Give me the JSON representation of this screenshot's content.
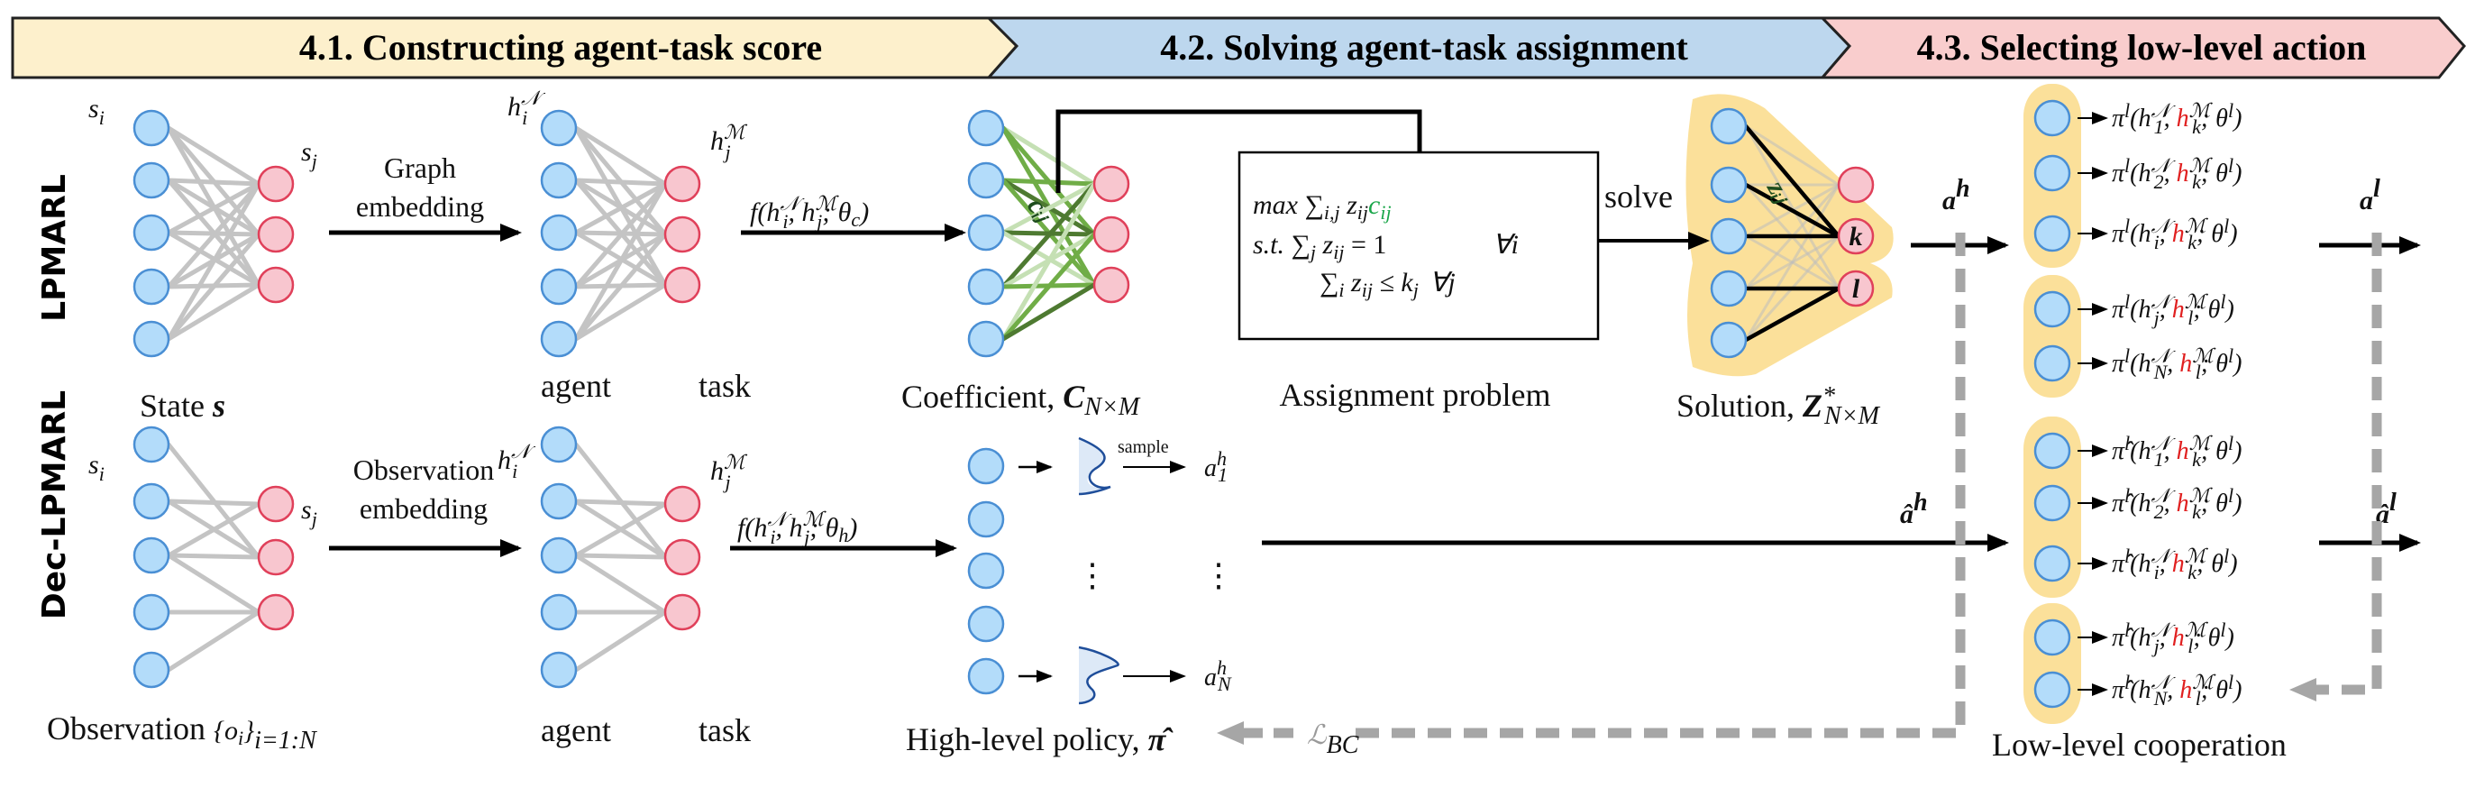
{
  "banner": {
    "sections": [
      {
        "label": "4.1. Constructing agent-task score",
        "color": "#fdf0cc"
      },
      {
        "label": "4.2. Solving agent-task assignment",
        "color": "#bdd7ee"
      },
      {
        "label": "4.3. Selecting low-level action",
        "color": "#f9cdcd"
      }
    ]
  },
  "colors": {
    "agent_node_fill": "#b3dcfa",
    "agent_node_stroke": "#4a8fd4",
    "task_node_fill": "#f8c6cf",
    "task_node_stroke": "#e0405a",
    "edge_gray": "#c4c4c4",
    "highlight": "#fbe09a",
    "green_light": "#c5e0b4",
    "green_mid": "#70ad47",
    "green_dark": "#4e7a31",
    "dashed_gray": "#a6a6a6",
    "accent_red": "#e02020",
    "accent_green": "#1aa64a"
  },
  "rows": {
    "top_label": "LPMARL",
    "bottom_label": "Dec-LPMARL"
  },
  "top": {
    "state_label": "State",
    "state_symbol": "s",
    "si": "s",
    "si_sub": "i",
    "sj": "s",
    "sj_sub": "j",
    "embed_line1": "Graph",
    "embed_line2": "embedding",
    "hiN": "h",
    "hiN_sub": "i",
    "hiN_sup": "𝒩",
    "hjM": "h",
    "hjM_sub": "j",
    "hjM_sup": "ℳ",
    "agent_label": "agent",
    "task_label": "task",
    "score_fn": "f(h",
    "score_fn_rest": ", h",
    "score_theta": "; θ",
    "score_theta_sub": "c",
    "coef_label": "Coefficient,",
    "coef_symbol": "C",
    "coef_sub": "N×M",
    "cij": "cᵢⱼ",
    "lp": {
      "line1_a": "max ∑",
      "line1_sub": "i,j",
      "line1_b": " z",
      "line1_b_sub": "ij",
      "line1_c": "c",
      "line1_c_sub": "ij",
      "line2_a": "s.t.  ∑",
      "line2_sub": "j",
      "line2_b": " z",
      "line2_b_sub": "ij",
      "line2_c": " = 1",
      "line2_forall": "∀i",
      "line3_a": "∑",
      "line3_sub": "i",
      "line3_b": " z",
      "line3_b_sub": "ij",
      "line3_c": " ≤ k",
      "line3_c_sub": "j",
      "line3_forall": "∀j"
    },
    "assign_label": "Assignment problem",
    "solve_label": "solve",
    "zij": "zᵢⱼ",
    "task_k": "k",
    "task_l": "l",
    "solution_label": "Solution,",
    "solution_symbol": "Z",
    "solution_sup": "*",
    "solution_sub": "N×M",
    "ah": "a",
    "ah_sup": "h",
    "al": "a",
    "al_sup": "l",
    "policy_prefix": "π",
    "policy_sup": "l",
    "policies": [
      {
        "agent_sub": "1",
        "task_sub": "k"
      },
      {
        "agent_sub": "2",
        "task_sub": "k"
      },
      {
        "agent_sub": "i",
        "task_sub": "k"
      },
      {
        "agent_sub": "j",
        "task_sub": "l"
      },
      {
        "agent_sub": "N",
        "task_sub": "l"
      }
    ]
  },
  "bottom": {
    "obs_label": "Observation",
    "obs_set": "{o",
    "obs_set_sub_i": "i",
    "obs_set_close": "}",
    "obs_set_range": "i=1:N",
    "embed_line1": "Observation",
    "embed_line2": "embedding",
    "agent_label": "agent",
    "task_label": "task",
    "score_theta_sub": "h",
    "sample_label": "sample",
    "a1": "a",
    "a1_sup": "h",
    "a1_sub": "1",
    "aN": "a",
    "aN_sup": "h",
    "aN_sub": "N",
    "dots": "⋮",
    "policy_label": "High-level policy,",
    "policy_symbol": "π̂",
    "ah_hat": "â",
    "ah_hat_sup": "h",
    "al_hat": "â",
    "al_hat_sup": "l",
    "policy_prefix": "π̂",
    "loss_symbol": "ℒ",
    "loss_sub": "BC",
    "coop_label": "Low-level cooperation"
  },
  "common": {
    "theta_l": "θ",
    "theta_l_sup": "l",
    "h": "h",
    "N_sup": "𝒩",
    "M_sup": "ℳ"
  }
}
